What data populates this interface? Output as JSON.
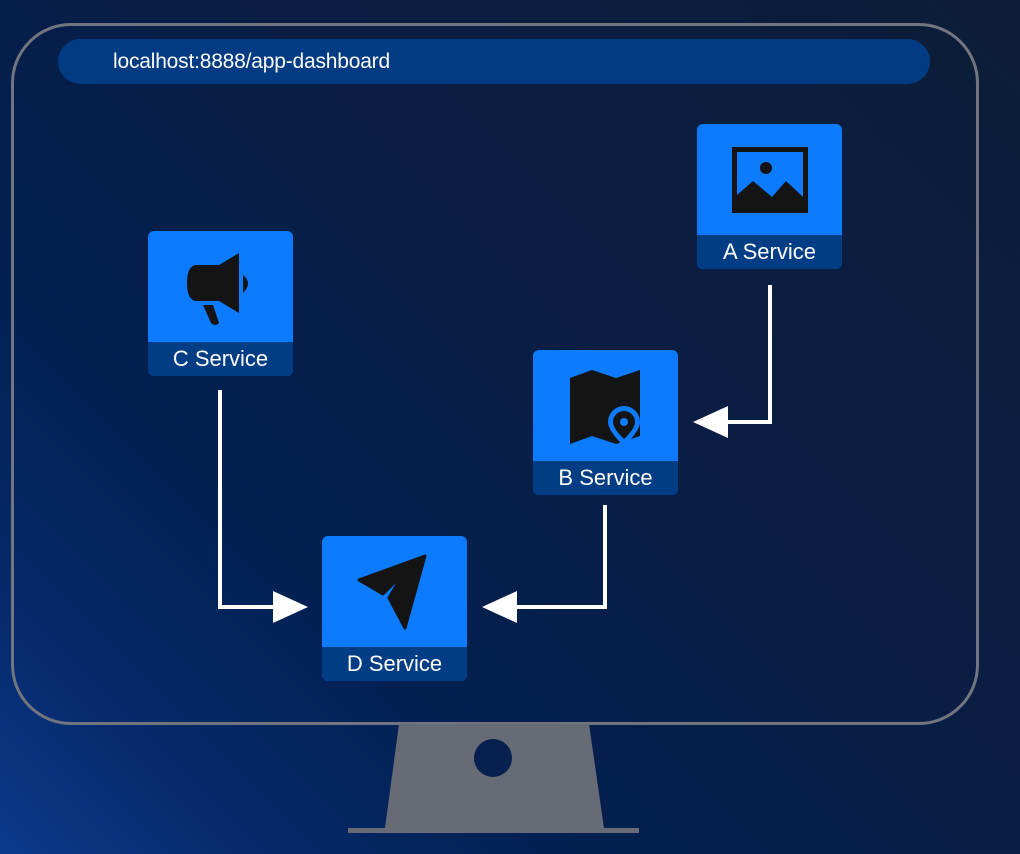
{
  "browser": {
    "url": "localhost:8888/app-dashboard"
  },
  "services": [
    {
      "id": "A",
      "label": "A Service",
      "icon": "image-icon"
    },
    {
      "id": "B",
      "label": "B Service",
      "icon": "map-pin-icon"
    },
    {
      "id": "C",
      "label": "C Service",
      "icon": "megaphone-icon"
    },
    {
      "id": "D",
      "label": "D Service",
      "icon": "send-icon"
    }
  ],
  "connections": [
    {
      "from": "A Service",
      "to": "B Service"
    },
    {
      "from": "C Service",
      "to": "D Service"
    },
    {
      "from": "B Service",
      "to": "D Service"
    }
  ],
  "colors": {
    "service_fill": "#0c7bff",
    "service_label_bg": "#003d85",
    "url_bar": "#003b84",
    "frame": "#72757f",
    "arrow": "#ffffff",
    "icon": "#141414"
  }
}
